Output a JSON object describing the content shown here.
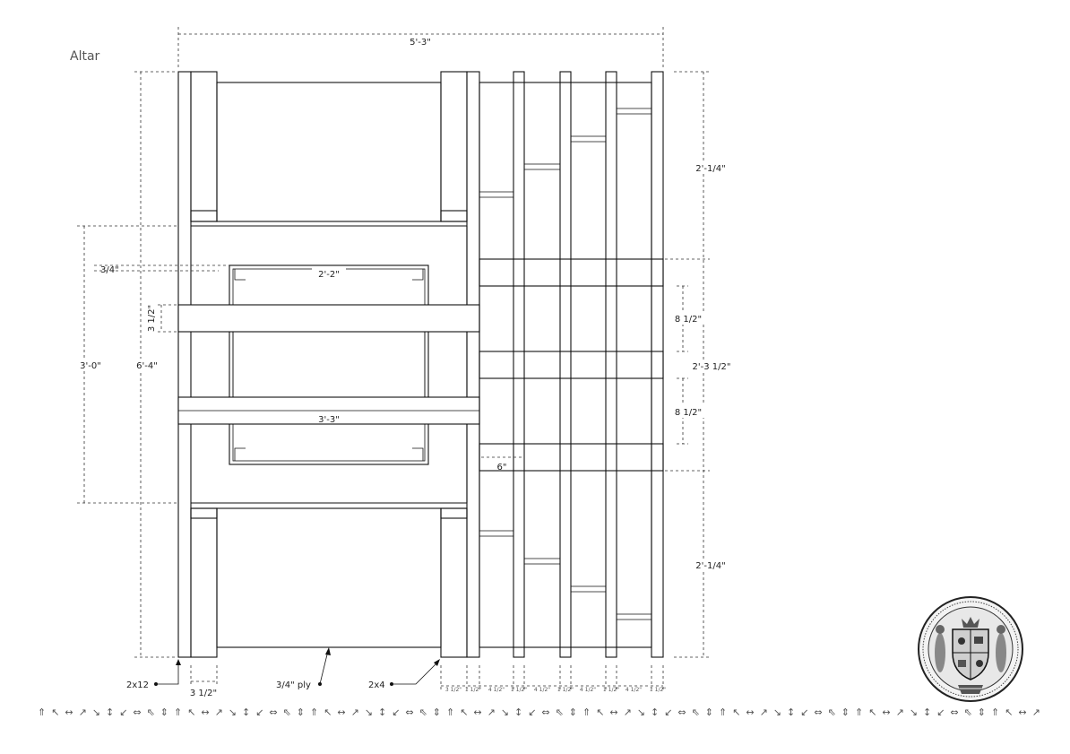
{
  "title": "Altar",
  "dimensions": {
    "top_width": "5'-3\"",
    "overall_height": "6'-4\"",
    "center_section": "3'-0\"",
    "ply_inset": "3/4\"",
    "stud_depth": "3 1/2\"",
    "inner_width": "2'-2\"",
    "board_length": "3'-3\"",
    "right_top": "2'-1/4\"",
    "right_middle": "2'-3 1/2\"",
    "right_bottom": "2'-1/4\"",
    "gap_upper": "8 1/2\"",
    "gap_lower": "8 1/2\"",
    "crossbar": "6\"",
    "bottom_stud": "3 1/2\""
  },
  "callouts": {
    "lumber_2x12": "2x12",
    "plywood": "3/4\" ply",
    "lumber_2x4": "2x4"
  },
  "bottom_small_dims": [
    "3 1/2\"",
    "1 1/2\"",
    "4 1/2\"",
    "1 1/2\"",
    "4 1/2\"",
    "1 1/2\"",
    "4 1/2\"",
    "1 1/2\"",
    "4 1/2\"",
    "1 1/2\""
  ],
  "seal": {
    "icon": "crest-seal-icon"
  },
  "ornament_icon": "decorative-glyph-border"
}
